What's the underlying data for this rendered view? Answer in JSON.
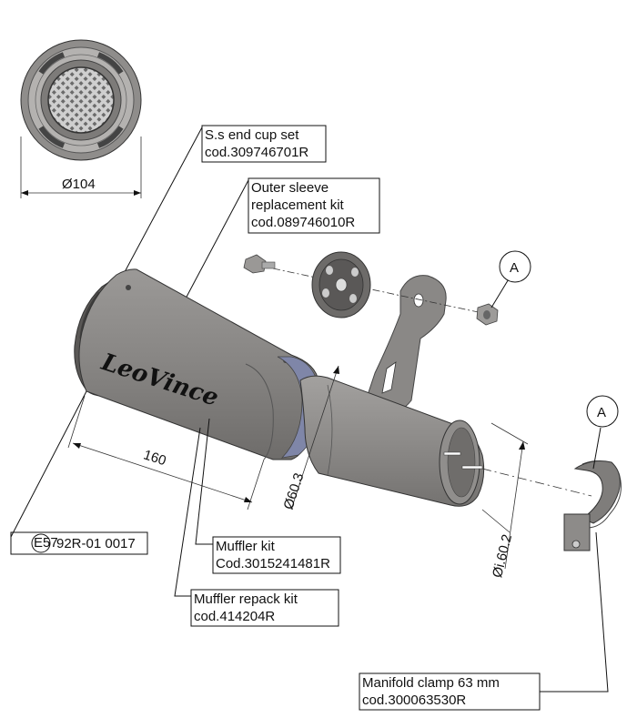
{
  "labels": {
    "end_cup": {
      "line1": "S.s end cup set",
      "line2": "cod.309746701R"
    },
    "outer_sleeve": {
      "line1": "Outer sleeve",
      "line2": "replacement kit",
      "line3": "cod.089746010R"
    },
    "homologation": {
      "mark": "E57",
      "code": "92R-01 0017"
    },
    "muffler_kit": {
      "line1": "Muffler kit",
      "line2": "Cod.3015241481R"
    },
    "repack_kit": {
      "line1": "Muffler repack kit",
      "line2": "cod.414204R"
    },
    "manifold_clamp": {
      "line1": "Manifold clamp 63 mm",
      "line2": "cod.300063530R"
    }
  },
  "dimensions": {
    "end_cup_diameter": "Ø104",
    "length": "160",
    "outlet_diameter": "Ø60.3",
    "inlet_diameter": "Øi.60.2"
  },
  "callouts": {
    "a1": "A",
    "a2": "A"
  },
  "brand": {
    "logo_text": "LeoVince"
  },
  "colors": {
    "metal": "#8a8886",
    "metal_dark": "#5b5a59",
    "ring": "#7f86a8",
    "line": "#111111"
  }
}
